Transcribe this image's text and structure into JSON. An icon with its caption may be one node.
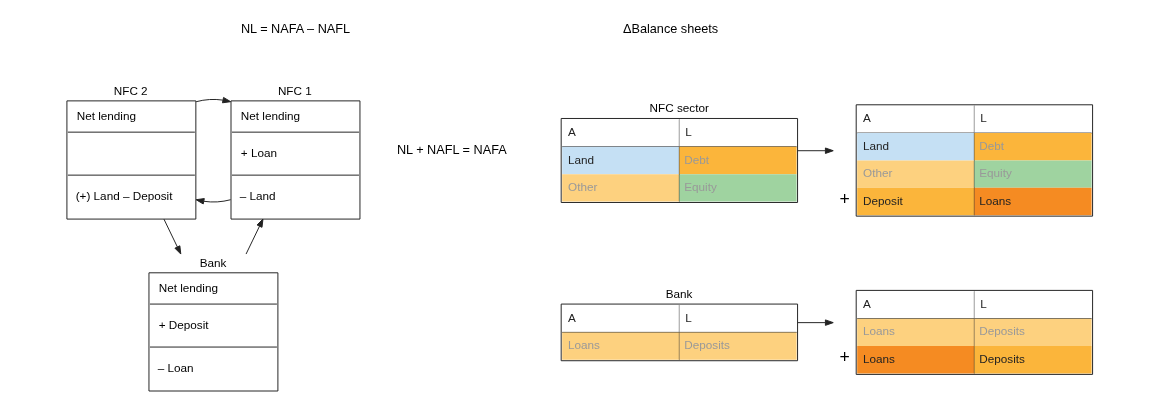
{
  "diagram": {
    "nodes": [
      {
        "text": [
          "NFC 1",
          "Net lending",
          "+ Loan",
          "– Land"
        ]
      },
      {
        "text": [
          "NFC 2",
          "Net lending",
          "(+) Land – Deposit"
        ]
      },
      {
        "text": [
          "Bank",
          "Net lending",
          "+ Deposit",
          "– Loan"
        ]
      },
      {
        "text": [
          "NFC sector",
          "A",
          "L",
          "Land",
          "Debt",
          "Other",
          "Equity"
        ]
      },
      {
        "text": [
          "A",
          "L",
          "Land",
          "Debt",
          "Other",
          "Equity",
          "Deposit",
          "Loans"
        ],
        "beside": [
          "+"
        ]
      },
      {
        "text": [
          "Bank",
          "A",
          "L",
          "Loans",
          "Deposits"
        ]
      },
      {
        "text": [
          "A",
          "L",
          "Loans",
          "Deposits",
          "Loans",
          "Deposits"
        ],
        "beside": [
          "+"
        ]
      }
    ],
    "edges": [
      {
        "from": 0,
        "to": 1,
        "arrow": "to"
      },
      {
        "from": 1,
        "to": 0,
        "arrow": "to"
      },
      {
        "from": 1,
        "to": 2,
        "arrow": "to"
      },
      {
        "from": 2,
        "to": 0,
        "arrow": "to"
      },
      {
        "from": 3,
        "to": 4,
        "arrow": "to"
      },
      {
        "from": 5,
        "to": 6,
        "arrow": "to"
      }
    ],
    "labels": [
      "NL = NAFA – NAFL",
      "ΔBalance sheets",
      "NL + NAFL = NAFA"
    ]
  }
}
